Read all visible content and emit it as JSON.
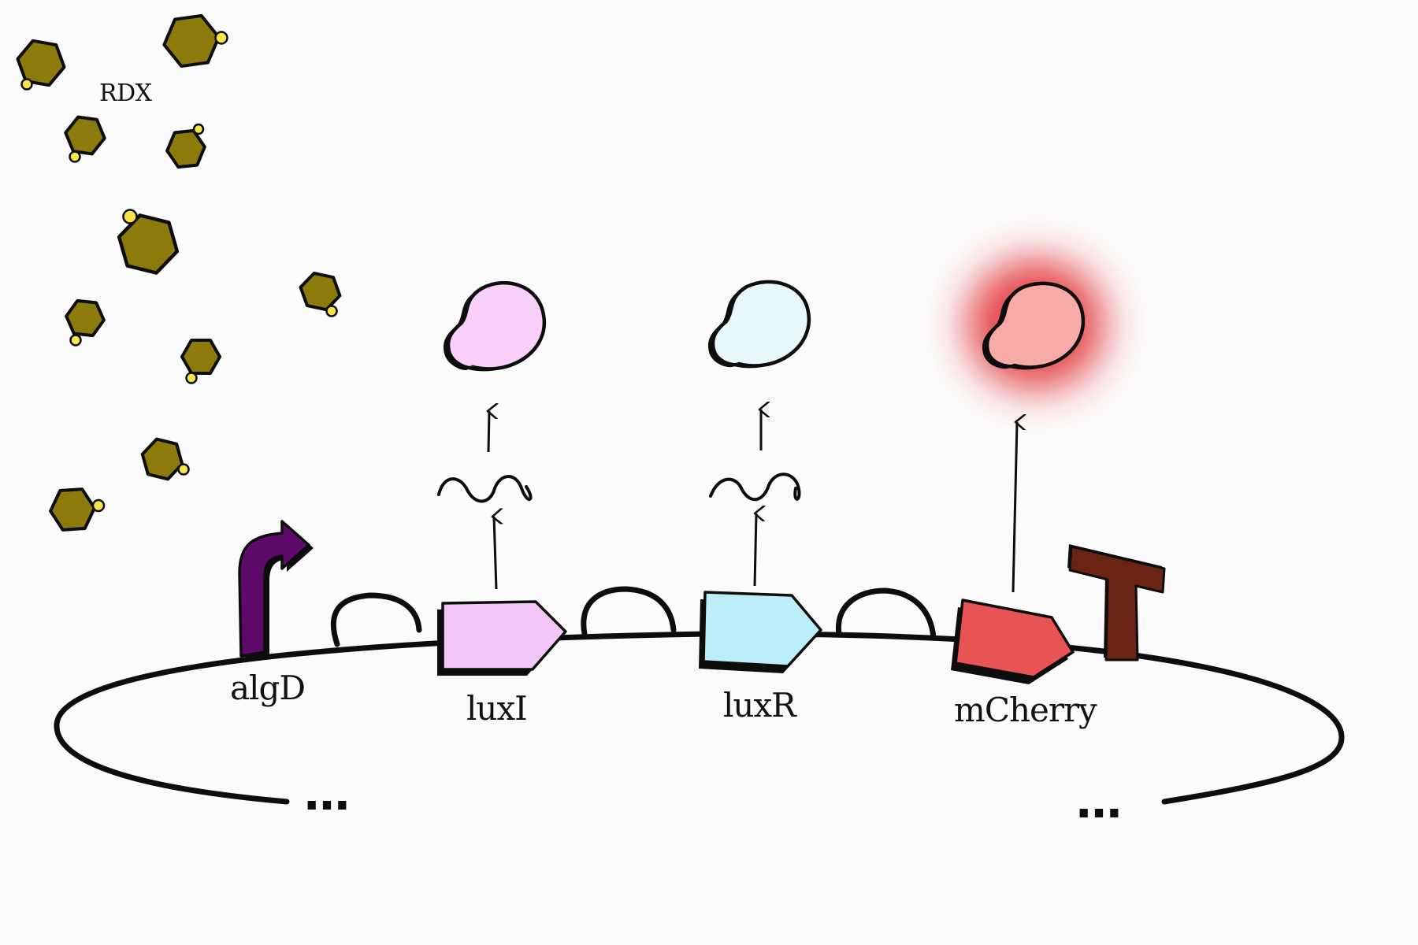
{
  "molecule": {
    "label": "RDX"
  },
  "promoter": {
    "label": "algD",
    "color": "#5e0a6b"
  },
  "genes": [
    {
      "label": "luxI",
      "color": "#f4c5f9",
      "protein_color": "#f8d0fa"
    },
    {
      "label": "luxR",
      "color": "#bceef9",
      "protein_color": "#e7f8fb"
    },
    {
      "label": "mCherry",
      "color": "#e85353",
      "protein_color": "#f8aaa6",
      "glow_color": "#e0262b"
    }
  ],
  "terminator": {
    "color": "#6b2411"
  },
  "plasmid": {
    "ellipsis": "…"
  },
  "colors": {
    "hexagon": "#8c7a0a",
    "ligand_dot": "#f7e34a",
    "stroke": "#0d0d0d",
    "background": "#fcfbfb"
  }
}
